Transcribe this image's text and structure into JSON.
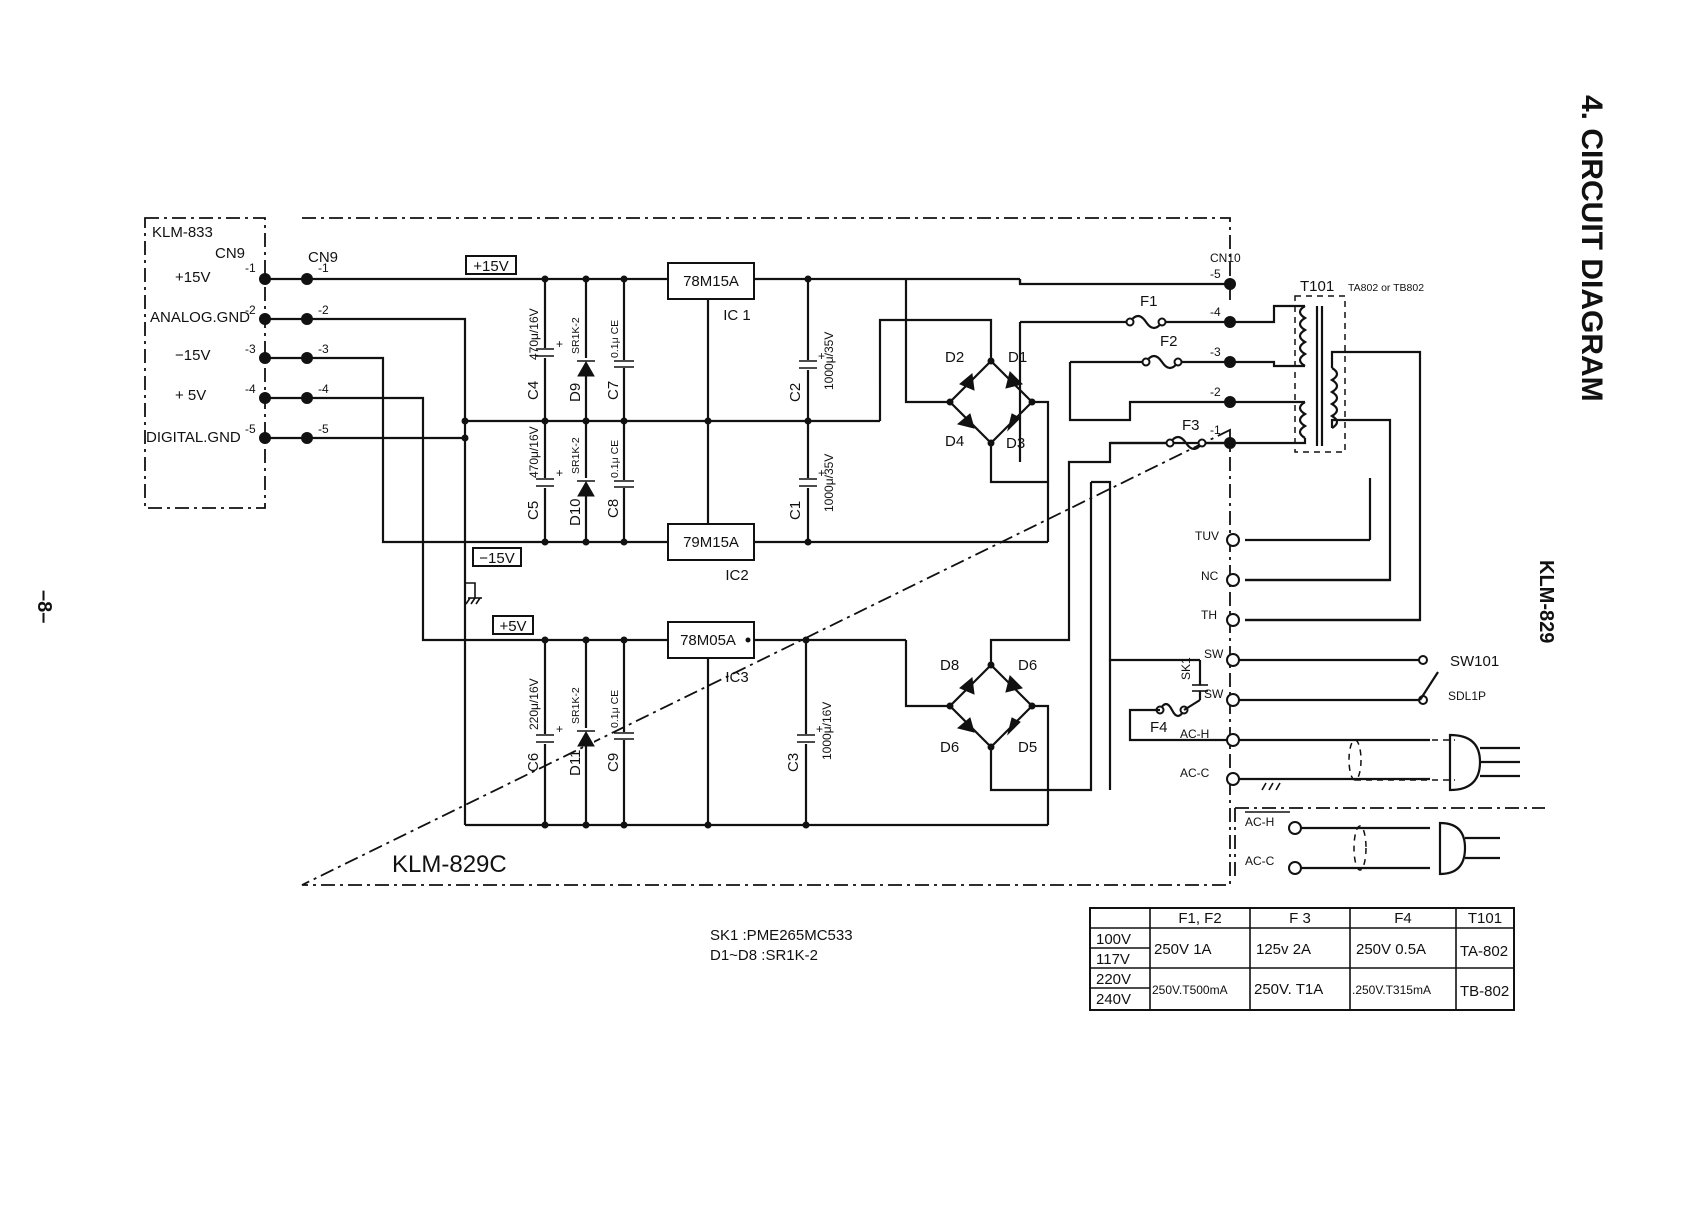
{
  "page": {
    "section_title": "4. CIRCUIT DIAGRAM",
    "model_side": "KLM-829",
    "page_number": "–8–"
  },
  "boards": {
    "left_board": "KLM-833",
    "main_board": "KLM-829C"
  },
  "connectors": {
    "cn9_left": "CN9",
    "cn9_right": "CN9",
    "cn10": "CN10",
    "cn9_pins": [
      "-1",
      "-2",
      "-3",
      "-4",
      "-5"
    ],
    "cn10_pins": [
      "-5",
      "-4",
      "-3",
      "-2",
      "-1"
    ],
    "left_signals": [
      "+15V",
      "ANALOG.GND",
      "−15V",
      "+ 5V",
      "DIGITAL.GND"
    ]
  },
  "rails": {
    "plus15": "+15V",
    "minus15": "−15V",
    "plus5": "+5V"
  },
  "regulators": [
    {
      "part": "78M15A",
      "ref": "IC 1"
    },
    {
      "part": "79M15A",
      "ref": "IC2"
    },
    {
      "part": "78M05A",
      "ref": "IC3"
    }
  ],
  "components": {
    "c4": "C4",
    "c4_val": "470μ/16V",
    "c5": "C5",
    "c5_val": "470μ/16V",
    "c6": "C6",
    "c6_val": "220μ/16V",
    "d9": "D9",
    "d9_val": "SR1K-2",
    "d10": "D10",
    "d10_val": "SR1K-2",
    "d11": "D11",
    "d11_val": "SR1K-2",
    "c7": "C7",
    "c7_val": "0.1μ CE",
    "c8": "C8",
    "c8_val": "0.1μ CE",
    "c9": "C9",
    "c9_val": "0.1μ CE",
    "c2": "C2",
    "c2_val": "1000μ/35V",
    "c1": "C1",
    "c1_val": "1000μ/35V",
    "c3": "C3",
    "c3_val": "1000μ/16V",
    "bridge1": [
      "D2",
      "D1",
      "D4",
      "D3"
    ],
    "bridge2": [
      "D8",
      "D6",
      "D6",
      "D5"
    ],
    "f1": "F1",
    "f2": "F2",
    "f3": "F3",
    "f4": "F4",
    "t101": "T101",
    "t101_type": "TA802 or TB802",
    "sk1": "SK1",
    "sw101": "SW101",
    "sw101_type": "SDL1P",
    "terminals": [
      "TUV",
      "NC",
      "TH",
      "SW",
      "SW",
      "AC-H",
      "AC-C"
    ],
    "plug2_terminals": [
      "AC-H",
      "AC-C"
    ]
  },
  "notes": {
    "line1": "SK1 :PME265MC533",
    "line2": "D1~D8 :SR1K-2"
  },
  "table": {
    "headers": [
      "",
      "F1, F2",
      "F 3",
      "F4",
      "T101"
    ],
    "rows": [
      {
        "voltages": [
          "100V",
          "117V"
        ],
        "f1f2": "250V 1A",
        "f3": "125v 2A",
        "f4": "250V 0.5A",
        "t101": "TA-802"
      },
      {
        "voltages": [
          "220V",
          "240V"
        ],
        "f1f2": "250V.T500mA",
        "f3": "250V. T1A",
        "f4": ".250V.T315mA",
        "t101": "TB-802"
      }
    ]
  }
}
